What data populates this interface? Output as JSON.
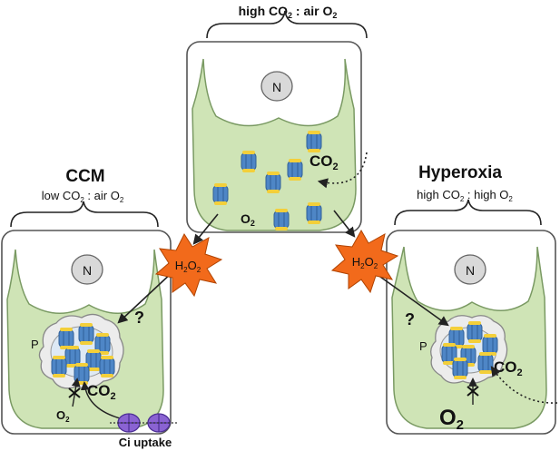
{
  "colors": {
    "cell_outline": "#555555",
    "chloroplast_fill": "#cfe4b6",
    "chloroplast_stroke": "#7a9a63",
    "nucleus_fill": "#d9d9d9",
    "rubisco_blue": "#4e86c6",
    "rubisco_yellow": "#f3cf3a",
    "pyrenoid_sheath": "#ececec",
    "burst_orange": "#f26a1b",
    "transporter_purple": "#8a63d2"
  },
  "top": {
    "condition_prefix": "high CO",
    "condition_mid": " : air O",
    "nucleus": "N",
    "co2": "CO",
    "o2": "O"
  },
  "left": {
    "title": "CCM",
    "condition_prefix": "low CO",
    "condition_mid": " : air O",
    "nucleus": "N",
    "question": "?",
    "pyrenoid": "P",
    "co2": "CO",
    "o2": "O",
    "ci_uptake": "Ci uptake"
  },
  "right": {
    "title": "Hyperoxia",
    "condition_prefix": "high CO",
    "condition_mid": " : high O",
    "nucleus": "N",
    "question": "?",
    "pyrenoid": "P",
    "co2": "CO",
    "o2": "O"
  },
  "h2o2": {
    "h": "H",
    "o": "O"
  },
  "sub": {
    "two": "2"
  }
}
